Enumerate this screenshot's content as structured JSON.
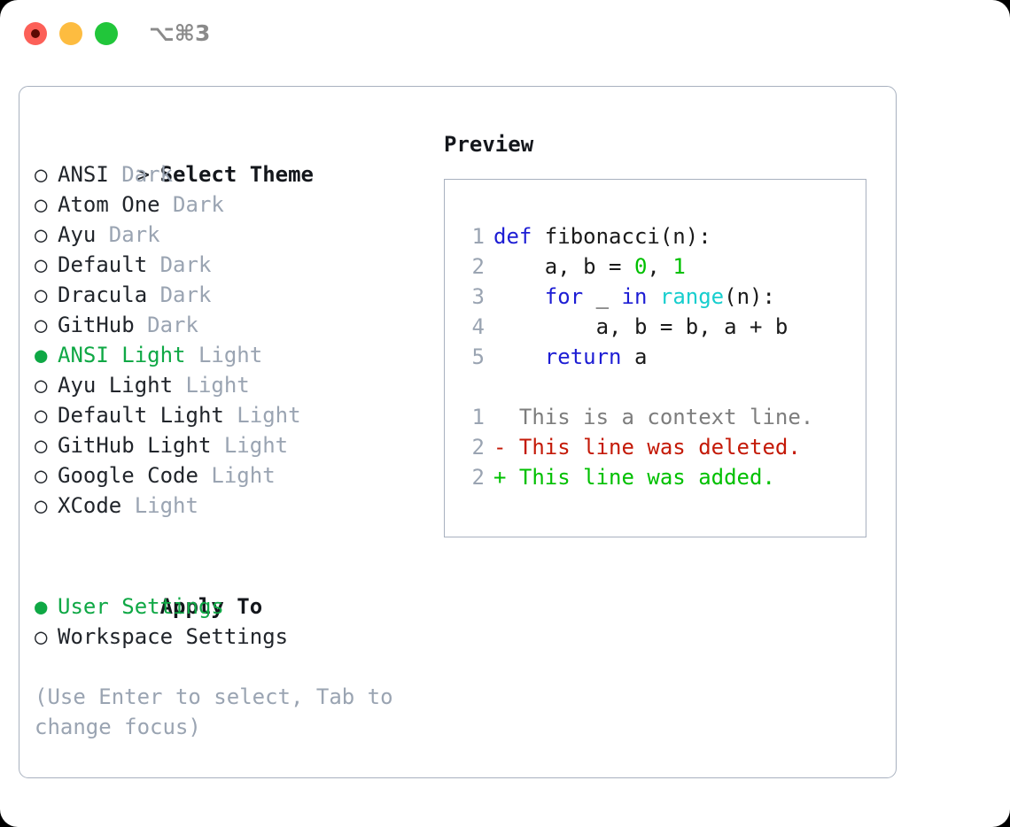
{
  "window": {
    "shortcut_label": "⌥⌘3",
    "traffic_lights": [
      {
        "name": "close",
        "color": "#fc6058"
      },
      {
        "name": "minimize",
        "color": "#fdbc40"
      },
      {
        "name": "maximize",
        "color": "#21c63a"
      }
    ]
  },
  "colors": {
    "accent_green": "#0fa845",
    "muted": "#9aa4b2",
    "border": "#a8b1bf",
    "keyword_blue": "#1d1dd4",
    "function_cyan": "#17cece",
    "number_green": "#00c000",
    "diff_deleted": "#c41a08",
    "diff_added": "#00c000",
    "diff_context": "#7d7d7d"
  },
  "theme_picker": {
    "prompt": ">",
    "title": "Select Theme",
    "bullet_unselected": "○",
    "bullet_selected": "●",
    "items": [
      {
        "name": "ANSI",
        "tag": "Dark",
        "selected": false
      },
      {
        "name": "Atom One",
        "tag": "Dark",
        "selected": false
      },
      {
        "name": "Ayu",
        "tag": "Dark",
        "selected": false
      },
      {
        "name": "Default",
        "tag": "Dark",
        "selected": false
      },
      {
        "name": "Dracula",
        "tag": "Dark",
        "selected": false
      },
      {
        "name": "GitHub",
        "tag": "Dark",
        "selected": false
      },
      {
        "name": "ANSI Light",
        "tag": "Light",
        "selected": true
      },
      {
        "name": "Ayu Light",
        "tag": "Light",
        "selected": false
      },
      {
        "name": "Default Light",
        "tag": "Light",
        "selected": false
      },
      {
        "name": "GitHub Light",
        "tag": "Light",
        "selected": false
      },
      {
        "name": "Google Code",
        "tag": "Light",
        "selected": false
      },
      {
        "name": "XCode",
        "tag": "Light",
        "selected": false
      }
    ]
  },
  "apply_to": {
    "title": "Apply To",
    "options": [
      {
        "label": "User Settings",
        "selected": true
      },
      {
        "label": "Workspace Settings",
        "selected": false
      }
    ]
  },
  "hint": "(Use Enter to select, Tab to change focus)",
  "preview": {
    "title": "Preview",
    "code_lines": [
      {
        "no": "1",
        "tokens": [
          {
            "t": "def",
            "c": "kw"
          },
          {
            "t": " fibonacci(n):",
            "c": "txt"
          }
        ]
      },
      {
        "no": "2",
        "tokens": [
          {
            "t": "    a, b = ",
            "c": "txt"
          },
          {
            "t": "0",
            "c": "num"
          },
          {
            "t": ", ",
            "c": "txt"
          },
          {
            "t": "1",
            "c": "num"
          }
        ]
      },
      {
        "no": "3",
        "tokens": [
          {
            "t": "    ",
            "c": "txt"
          },
          {
            "t": "for",
            "c": "kw"
          },
          {
            "t": " _ ",
            "c": "txt"
          },
          {
            "t": "in",
            "c": "kw"
          },
          {
            "t": " ",
            "c": "txt"
          },
          {
            "t": "range",
            "c": "fn"
          },
          {
            "t": "(n):",
            "c": "txt"
          }
        ]
      },
      {
        "no": "4",
        "tokens": [
          {
            "t": "        a, b = b, a + b",
            "c": "txt"
          }
        ]
      },
      {
        "no": "5",
        "tokens": [
          {
            "t": "    ",
            "c": "txt"
          },
          {
            "t": "return",
            "c": "kw"
          },
          {
            "t": " a",
            "c": "txt"
          }
        ]
      }
    ],
    "diff_lines": [
      {
        "no": "1",
        "marker": " ",
        "text": " This is a context line.",
        "kind": "ctx"
      },
      {
        "no": "2",
        "marker": "-",
        "text": " This line was deleted.",
        "kind": "del"
      },
      {
        "no": "2",
        "marker": "+",
        "text": " This line was added.",
        "kind": "add"
      }
    ]
  }
}
